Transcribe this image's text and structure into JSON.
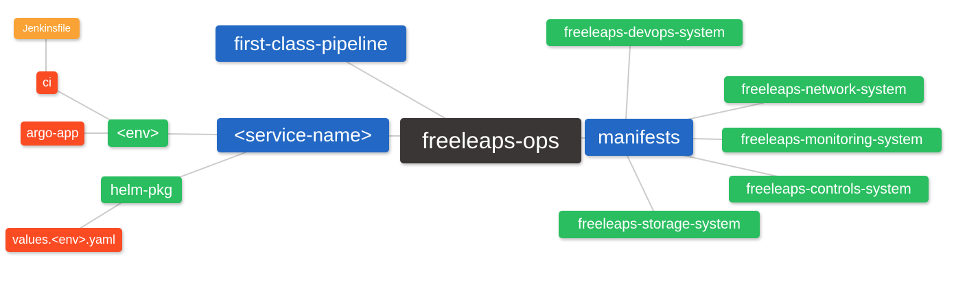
{
  "colors": {
    "blue": "#2268C4",
    "green": "#2ABE60",
    "red": "#FB4B23",
    "orange": "#F9A337",
    "dark": "#3A3636",
    "edge_line": "#CCCCCC",
    "node_text": "#FFFFFF",
    "background": "#FFFFFF"
  },
  "nodes": {
    "jenkinsfile": {
      "label": "Jenkinsfile",
      "color": "orange"
    },
    "ci": {
      "label": "ci",
      "color": "red"
    },
    "argo_app": {
      "label": "argo-app",
      "color": "red"
    },
    "env": {
      "label": "<env>",
      "color": "green"
    },
    "helm_pkg": {
      "label": "helm-pkg",
      "color": "green"
    },
    "values_env_yaml": {
      "label": "values.<env>.yaml",
      "color": "red"
    },
    "first_class_pipeline": {
      "label": "first-class-pipeline",
      "color": "blue"
    },
    "service_name": {
      "label": "<service-name>",
      "color": "blue"
    },
    "freeleaps_ops": {
      "label": "freeleaps-ops",
      "color": "dark"
    },
    "manifests": {
      "label": "manifests",
      "color": "blue"
    },
    "freeleaps_devops_system": {
      "label": "freeleaps-devops-system",
      "color": "green"
    },
    "freeleaps_network_system": {
      "label": "freeleaps-network-system",
      "color": "green"
    },
    "freeleaps_monitoring_system": {
      "label": "freeleaps-monitoring-system",
      "color": "green"
    },
    "freeleaps_controls_system": {
      "label": "freeleaps-controls-system",
      "color": "green"
    },
    "freeleaps_storage_system": {
      "label": "freeleaps-storage-system",
      "color": "green"
    }
  },
  "edges": [
    {
      "from": "Jenkinsfile",
      "to": "ci"
    },
    {
      "from": "ci",
      "to": "<env>"
    },
    {
      "from": "argo-app",
      "to": "<env>"
    },
    {
      "from": "<env>",
      "to": "<service-name>"
    },
    {
      "from": "<service-name>",
      "to": "helm-pkg"
    },
    {
      "from": "helm-pkg",
      "to": "values.<env>.yaml"
    },
    {
      "from": "<service-name>",
      "to": "freeleaps-ops"
    },
    {
      "from": "first-class-pipeline",
      "to": "freeleaps-ops"
    },
    {
      "from": "freeleaps-ops",
      "to": "manifests"
    },
    {
      "from": "manifests",
      "to": "freeleaps-devops-system"
    },
    {
      "from": "manifests",
      "to": "freeleaps-network-system"
    },
    {
      "from": "manifests",
      "to": "freeleaps-monitoring-system"
    },
    {
      "from": "manifests",
      "to": "freeleaps-controls-system"
    },
    {
      "from": "manifests",
      "to": "freeleaps-storage-system"
    }
  ]
}
